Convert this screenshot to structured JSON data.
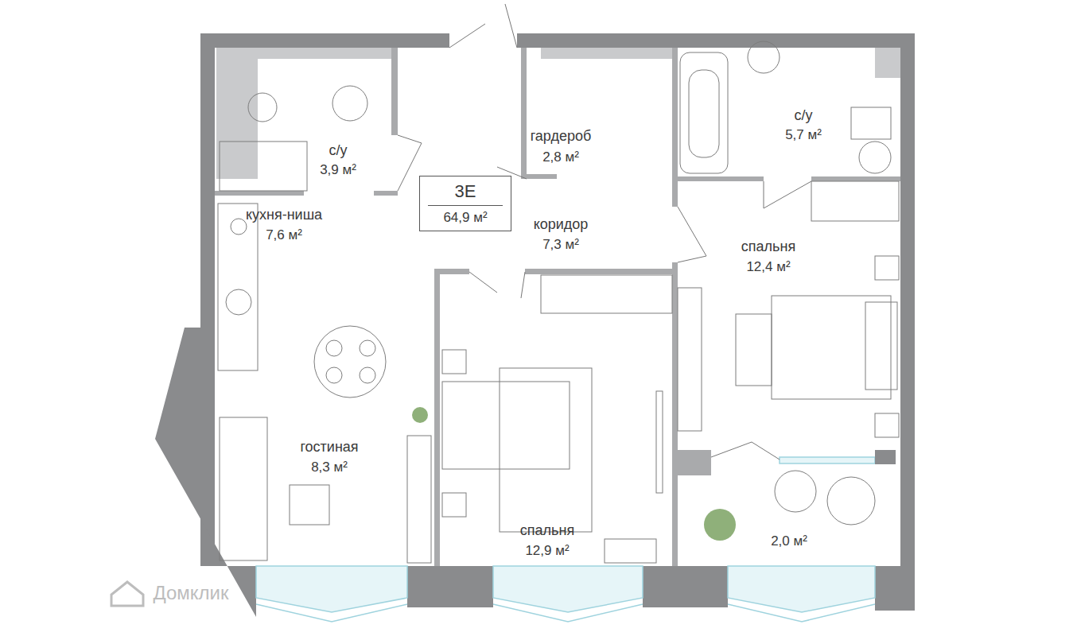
{
  "diagram": {
    "nodes": [
      {
        "text": [
          "3Е",
          "64,9 м²"
        ]
      }
    ],
    "labels": [
      "с/у",
      "3,9 м²",
      "гардероб",
      "2,8 м²",
      "с/у",
      "5,7 м²",
      "кухня-ниша",
      "7,6 м²",
      "коридор",
      "7,3 м²",
      "спальня",
      "12,4 м²",
      "гостиная",
      "8,3 м²",
      "спальня",
      "12,9 м²",
      "2,0 м²",
      "Домклик"
    ]
  }
}
